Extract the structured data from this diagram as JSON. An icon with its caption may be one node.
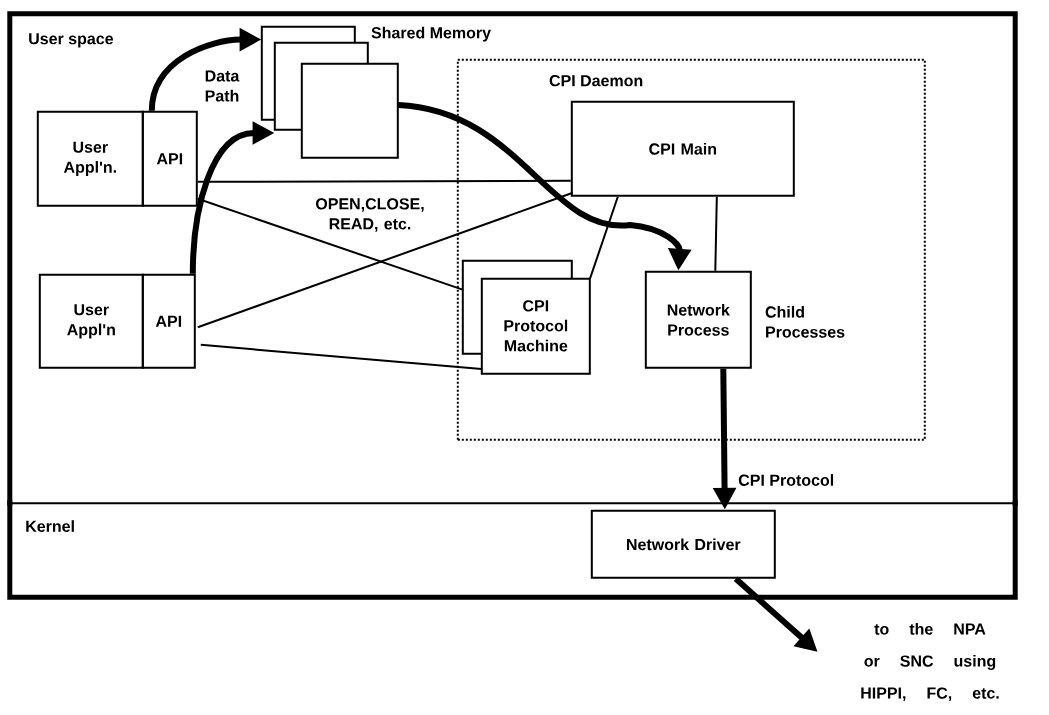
{
  "diagram": {
    "nodes": [
      {
        "text": [
          "User space"
        ]
      },
      {
        "text": [
          "Shared Memory"
        ],
        "in": 0
      },
      {
        "text": [
          "User Appl'n."
        ],
        "in": 0
      },
      {
        "text": [
          "API"
        ],
        "in": 0
      },
      {
        "text": [
          "User Appl'n"
        ],
        "in": 0
      },
      {
        "text": [
          "API"
        ],
        "in": 0
      },
      {
        "text": [
          "CPI Daemon"
        ],
        "in": 0
      },
      {
        "text": [
          "CPI Main"
        ],
        "in": 6
      },
      {
        "text": [
          "CPI Protocol Machine"
        ],
        "in": 6
      },
      {
        "text": [
          "Network Process"
        ],
        "in": 6,
        "beside": [
          "Child Processes"
        ]
      },
      {
        "text": [
          "Kernel"
        ]
      },
      {
        "text": [
          "Network Driver"
        ],
        "in": 10
      },
      {
        "text": [
          "to the NPA or SNC using HIPPI, FC, etc."
        ]
      }
    ],
    "edges": [
      {
        "from": 3,
        "to": 1,
        "arrow": "to",
        "style": "thick",
        "label": "Data Path"
      },
      {
        "from": 5,
        "to": 1,
        "arrow": "to",
        "style": "thick"
      },
      {
        "from": 1,
        "to": 9,
        "arrow": "to",
        "style": "thick"
      },
      {
        "from": 3,
        "to": 7,
        "arrow": "none",
        "label": "OPEN,CLOSE, READ, etc."
      },
      {
        "from": 3,
        "to": 8,
        "arrow": "none"
      },
      {
        "from": 5,
        "to": 7,
        "arrow": "none"
      },
      {
        "from": 5,
        "to": 8,
        "arrow": "none"
      },
      {
        "from": 7,
        "to": 8,
        "arrow": "none"
      },
      {
        "from": 7,
        "to": 9,
        "arrow": "none"
      },
      {
        "from": 9,
        "to": 11,
        "arrow": "to",
        "style": "thick",
        "label": "CPI Protocol"
      },
      {
        "from": 11,
        "to": 12,
        "arrow": "to",
        "style": "thick"
      }
    ]
  }
}
